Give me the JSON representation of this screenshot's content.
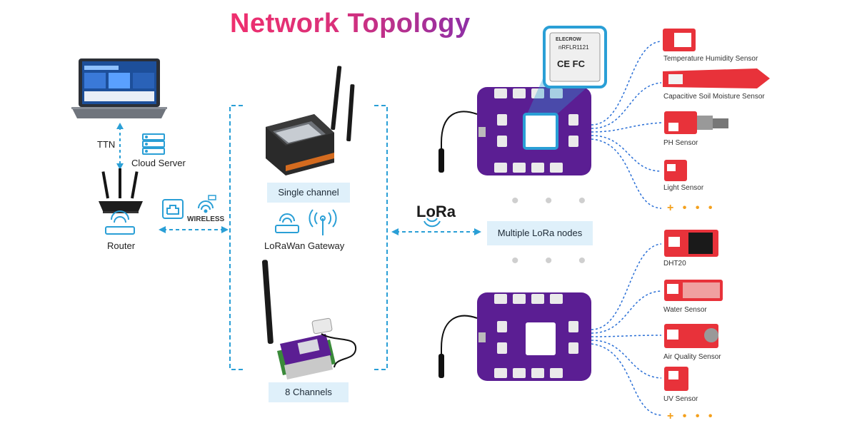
{
  "title": "Network Topology",
  "left": {
    "ttn": "TTN",
    "cloud_server": "Cloud Server",
    "router": "Router",
    "wireless": "WIRELESS"
  },
  "gateway": {
    "single_channel": "Single channel",
    "lorawan_gateway": "LoRaWan Gateway",
    "eight_channels": "8 Channels"
  },
  "lora": {
    "logo": "LoRa",
    "multiple_nodes": "Multiple LoRa nodes",
    "module_brand": "ELECROW",
    "module_model": "nRFLR1121",
    "module_marks": "CE FC"
  },
  "sensors_top": [
    "Temperature Humidity Sensor",
    "Capacitive Soil Moisture Sensor",
    "PH Sensor",
    "Light Sensor"
  ],
  "sensors_bottom": [
    "DHT20",
    "Water Sensor",
    "Air Quality Sensor",
    "UV Sensor"
  ],
  "more": "+ • • •",
  "dots": "• • •",
  "colors": {
    "title_start": "#ef2f6e",
    "title_end": "#8e2fa6",
    "board": "#5b1e93",
    "tag_bg": "#dff0fa",
    "dash": "#2a9fd6",
    "sensor_red": "#e8323a"
  }
}
